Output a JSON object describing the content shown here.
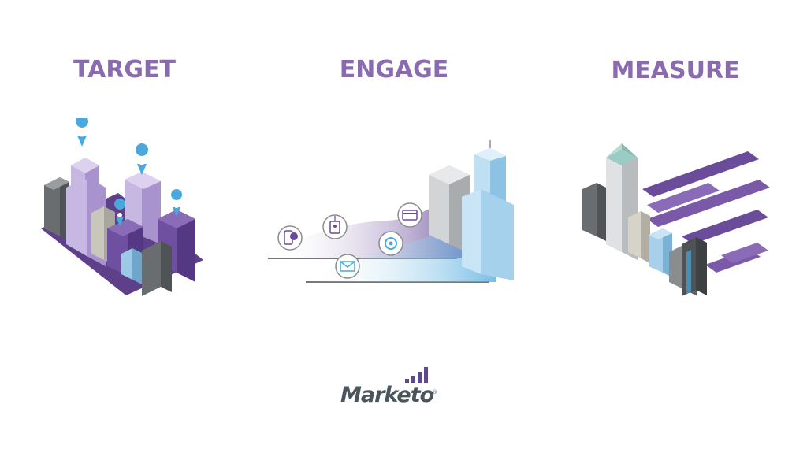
{
  "headings": {
    "target": "TARGET",
    "engage": "ENGAGE",
    "measure": "MEASURE"
  },
  "logo": {
    "wordmark": "Marketo",
    "registered": "®"
  },
  "colors": {
    "heading_purple": "#8a6bb0",
    "building_light_purple": "#b9a8d8",
    "building_dark_purple": "#5d3f8a",
    "building_gray": "#8a8d90",
    "building_dark_gray": "#4f5356",
    "glass_blue": "#9cc9e6",
    "pin_blue": "#4aa8dc",
    "band_purple": "#6b4c9a",
    "logo_gray": "#4b565c",
    "logo_purple": "#5c4a8c"
  },
  "icons": {
    "engage_channels": [
      "mobile-chat-icon",
      "id-badge-icon",
      "email-icon",
      "social-icon",
      "credit-card-icon"
    ],
    "target_markers": [
      "location-pin-icon",
      "location-pin-icon",
      "location-pin-icon",
      "location-pin-icon"
    ]
  }
}
